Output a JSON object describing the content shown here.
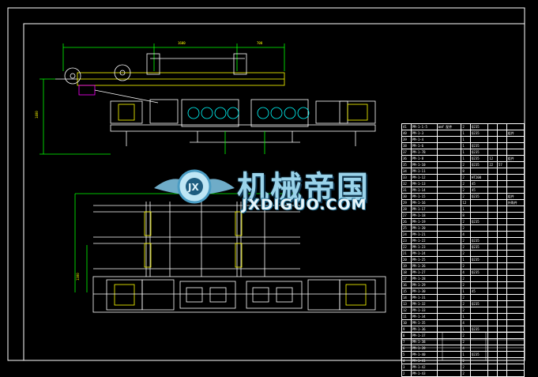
{
  "drawing": {
    "dims": {
      "top_left": "1600",
      "top_right": "700",
      "height_top": "1400",
      "plan_height": "1300"
    },
    "bom_rows": [
      [
        "41",
        "PM-1-1-5",
        "mmf 配件",
        "2",
        "Q235",
        "",
        "",
        ""
      ],
      [
        "40",
        "PM-1-3",
        "",
        "1",
        "Q235",
        "",
        "",
        "组件"
      ],
      [
        "39",
        "PM-1-4",
        "",
        "1",
        "",
        "",
        "",
        ""
      ],
      [
        "38",
        "PM-1-6",
        "",
        "1",
        "Q235",
        "",
        "",
        ""
      ],
      [
        "37",
        "PM-1-7B",
        "",
        "1",
        "Q235",
        "",
        "",
        ""
      ],
      [
        "36",
        "PM-1-8",
        "",
        "1",
        "Q235",
        "12",
        "",
        "组件"
      ],
      [
        "35",
        "PM-1-10",
        "",
        "2",
        "Q235",
        "22",
        "57",
        ""
      ],
      [
        "34",
        "PM-1-11",
        "",
        "8",
        "",
        "",
        "",
        ""
      ],
      [
        "33",
        "PM-1-12",
        "",
        "2",
        "HT200",
        "",
        "",
        ""
      ],
      [
        "32",
        "PM-1-13",
        "",
        "2",
        "45",
        "",
        "",
        ""
      ],
      [
        "31",
        "PM-1-14",
        "",
        "2",
        "45",
        "",
        "",
        ""
      ],
      [
        "30",
        "PM-1-15",
        "",
        "2",
        "Q235",
        "",
        "",
        "组件"
      ],
      [
        "29",
        "PM-1-16",
        "",
        "12",
        "",
        "",
        "",
        "外购件"
      ],
      [
        "28",
        "PM-1-17",
        "",
        "1",
        "",
        "",
        "",
        ""
      ],
      [
        "27",
        "PM-1-18",
        "",
        "8",
        "",
        "",
        "",
        ""
      ],
      [
        "26",
        "PM-1-19",
        "",
        "2",
        "Q235",
        "",
        "",
        ""
      ],
      [
        "25",
        "PM-1-20",
        "",
        "2",
        "",
        "",
        "",
        ""
      ],
      [
        "24",
        "PM-1-21",
        "",
        "4",
        "",
        "",
        "",
        ""
      ],
      [
        "23",
        "PM-1-22",
        "",
        "2",
        "Q235",
        "",
        "",
        ""
      ],
      [
        "22",
        "PM-1-23",
        "",
        "2",
        "Q235",
        "",
        "",
        ""
      ],
      [
        "21",
        "PM-1-24",
        "",
        "2",
        "",
        "",
        "",
        ""
      ],
      [
        "20",
        "PM-1-25",
        "",
        "1",
        "Q235",
        "",
        "",
        ""
      ],
      [
        "19",
        "PM-1-26",
        "",
        "2",
        "",
        "",
        "",
        ""
      ],
      [
        "18",
        "PM-1-27",
        "",
        "4",
        "Q235",
        "",
        "",
        ""
      ],
      [
        "17",
        "PM-1-28",
        "",
        "2",
        "",
        "",
        "",
        ""
      ],
      [
        "16",
        "PM-1-29",
        "",
        "2",
        "",
        "",
        "",
        ""
      ],
      [
        "15",
        "PM-1-30",
        "",
        "1",
        "45",
        "",
        "",
        ""
      ],
      [
        "14",
        "PM-1-31",
        "",
        "2",
        "",
        "",
        "",
        ""
      ],
      [
        "13",
        "PM-1-32",
        "",
        "2",
        "Q235",
        "",
        "",
        ""
      ],
      [
        "12",
        "PM-1-33",
        "",
        "2",
        "",
        "",
        "",
        ""
      ],
      [
        "11",
        "PM-1-34",
        "",
        "1",
        "",
        "",
        "",
        ""
      ],
      [
        "10",
        "PM-1-35",
        "",
        "4",
        "",
        "",
        "",
        ""
      ],
      [
        "9",
        "PM-1-36",
        "",
        "1",
        "Q235",
        "",
        "",
        ""
      ],
      [
        "8",
        "PM-1-37",
        "",
        "2",
        "",
        "",
        "",
        ""
      ],
      [
        "7",
        "PM-1-38",
        "",
        "2",
        "",
        "",
        "",
        ""
      ],
      [
        "6",
        "PM-1-39",
        "",
        "4",
        "",
        "",
        "",
        ""
      ],
      [
        "5",
        "PM-1-40",
        "",
        "1",
        "Q235",
        "",
        "",
        ""
      ],
      [
        "4",
        "PM-1-41",
        "",
        "2",
        "",
        "",
        "",
        ""
      ],
      [
        "3",
        "PM-1-42",
        "",
        "2",
        "",
        "",
        "",
        ""
      ],
      [
        "2",
        "PM-1-43",
        "",
        "2",
        "",
        "",
        "",
        ""
      ]
    ]
  },
  "watermark": {
    "title": "机械帝国",
    "url": "JXDIGUO.COM",
    "emblem": "JX"
  },
  "colors": {
    "background": "#000000",
    "frame": "#ffffff",
    "cad_yellow": "#ffff00",
    "cad_green": "#00ff00",
    "cad_cyan": "#00ffff",
    "cad_magenta": "#ff00ff"
  }
}
